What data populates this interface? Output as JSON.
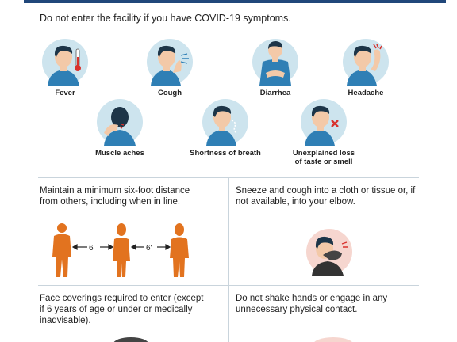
{
  "intro": "Do not enter the facility if you have COVID-19 symptoms.",
  "symptoms": {
    "fever": "Fever",
    "cough": "Cough",
    "diarrhea": "Diarrhea",
    "headache": "Headache",
    "muscle_aches": "Muscle aches",
    "shortness_of_breath": "Shortness of breath",
    "loss_of_taste_line1": "Unexplained loss",
    "loss_of_taste_line2": "of taste or smell"
  },
  "panels": {
    "distance_line1": "Maintain a minimum six-foot distance",
    "distance_line2": "from others, including when in line.",
    "distance_label": "6'",
    "sneeze_line1": "Sneeze and cough into a cloth or tissue or, if",
    "sneeze_line2": "not available, into your elbow.",
    "mask_line1": "Face coverings required to enter (except",
    "mask_line2": "if 6 years of age or under or medically",
    "mask_line3": "inadvisable).",
    "handshake_line1": "Do not shake hands or engage in any",
    "handshake_line2": "unnecessary physical contact."
  },
  "colors": {
    "header_bar": "#20477a",
    "icon_circle": "#cde4ee",
    "person_blue": "#2f7fb5",
    "hair": "#1d3548",
    "skin": "#f3c9a8",
    "figure_orange": "#e2731f",
    "red_accent": "#d8322d"
  }
}
